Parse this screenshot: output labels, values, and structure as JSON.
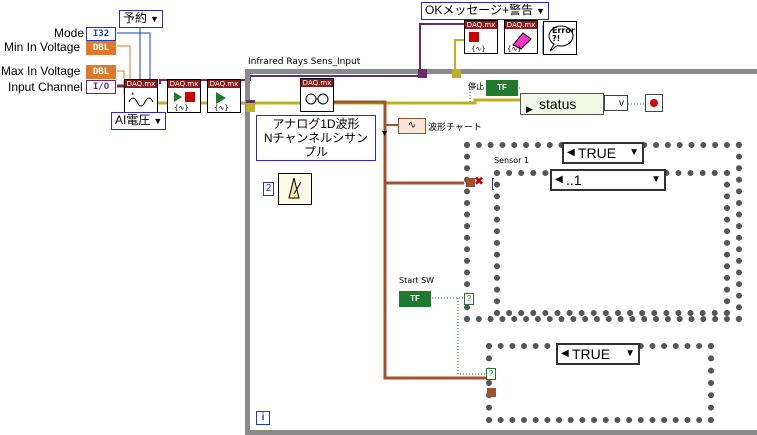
{
  "controls": {
    "mode_label": "Mode",
    "min_label": "Min In Voltage",
    "max_label": "Max In Voltage",
    "channel_label": "Input Channel",
    "mode_type": "I32",
    "min_type": "DBL",
    "max_type": "DBL",
    "channel_type": "I/O"
  },
  "diagram": {
    "ring_yoyaku": "予約",
    "ai_voltage": "AI電圧",
    "ok_message": "OKメッセージ+警告",
    "error_label": "Error ?!",
    "loop_label": "Infrared Rays Sens_Input",
    "analog_line1": "アナログ1D波形",
    "analog_line2": "Nチャンネルシサンプル",
    "chart_label": "波形チャート",
    "stop_label": "停止",
    "status_label": "status",
    "sensor1_label": "Sensor 1",
    "case_true_1": "TRUE",
    "case_inner": "..1",
    "start_sw_label": "Start SW",
    "case_true_2": "TRUE",
    "loop_iter": "i",
    "const_two": "2",
    "bool_const": "TF",
    "daq_tag": "DAQ.mx"
  }
}
